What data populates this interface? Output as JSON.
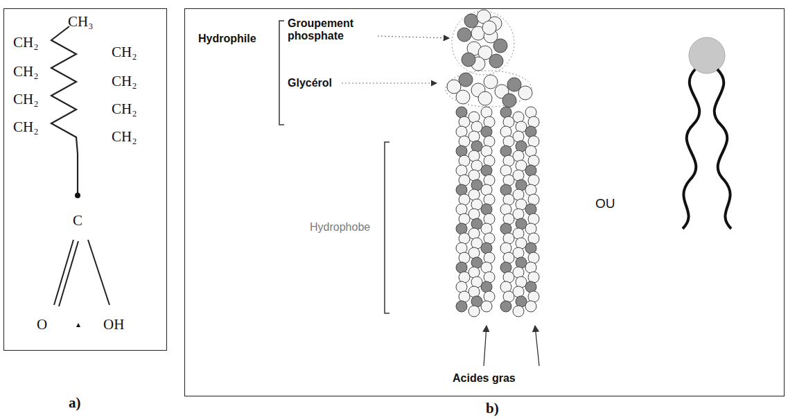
{
  "diagram": {
    "nodes": [
      {
        "text": [
          "CH₃",
          "CH₂",
          "CH₂",
          "CH₂",
          "CH₂",
          "CH₂",
          "CH₂",
          "CH₂",
          "CH₂",
          "C",
          "O",
          "OH",
          "a)"
        ]
      },
      {
        "text": [
          "Hydrophile",
          "Groupement phosphate",
          "Glycérol",
          "Hydrophobe",
          "Acides gras",
          "OU",
          "b)"
        ]
      }
    ]
  }
}
